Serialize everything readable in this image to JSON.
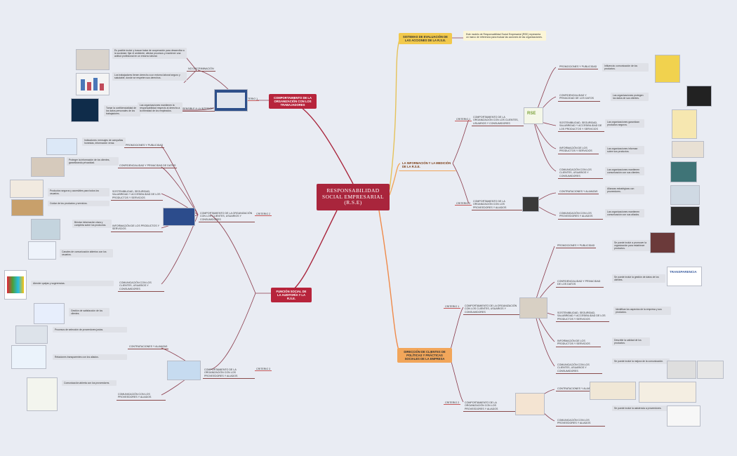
{
  "center": {
    "title": "RESPONSABILIDAD SOCIAL EMPRESARIAL (R.S.E)"
  },
  "main_topics": {
    "comportamiento": "COMPORTAMIENTO DE LA ORGANIZACIÓN CON LOS TRABAJADORES",
    "funcion": "FUNCIÓN SOCIAL DE LA AUDITORÍA Y LA R.S.E.",
    "sistemas": "SISTEMAS DE EVALUACIÓN DE LAS ACCIONES DE LA R.S.E.",
    "informacion": "LA INFORMACIÓN Y LA MEDICIÓN DE LA R.S.E.",
    "direccion": "DIRECCIÓN DE CLIENTES DE POLÍTICAS Y PRÁCTICAS SOCIALES DE LA EMPRESA"
  },
  "left": {
    "criterio1": "CRITERIO 1",
    "no_discriminacion": "NO DISCRIMINACIÓN",
    "nd_text1": "Es posible incluir y buscar tratar de cooperación para desarrollar a la sociedad, fijar el ambiente, afectar procesos y mantener una actitud profesional en un entorno laboral.",
    "nd_text2": "Los trabajadores tienen derecho a un entorno laboral seguro y saludable, donde se respeten sus derechos.",
    "sensible": "SENSIBLE A LA INTERIOR",
    "sens_text1": "Tomar la confidencialidad de los datos personales de los trabajadores.",
    "sens_text2": "Las organizaciones mantienen la responsabilidad respecto al derecho a la intimidad de los empleados.",
    "criterio2": "CRITERIO 2",
    "comp_clientes": "COMPORTAMIENTO DE LA ORGANIZACIÓN CON LOS CLIENTES, USUARIOS Y CONSUMIDORES",
    "promo_pub": "PROMOCIONES Y PUBLICIDAD",
    "promo_text": "Indicadores: mensajes de campañas honestas, información veraz.",
    "confid": "CONFIDENCIALIDAD Y PRIVACIDAD DE DATOS",
    "confid_text": "Proteger la información de los clientes, garantizando privacidad.",
    "sostenibilidad": "SOSTENIBILIDAD, SEGURIDAD, SALUBRIDAD Y ACCESIBILIDAD DE LOS PRODUCTOS Y SERVICIOS",
    "sost_text1": "Productos seguros y accesibles para todos los usuarios.",
    "sost_text2": "Cuidar de los productos y servicios.",
    "info_prod": "INFORMACIÓN DE LOS PRODUCTOS Y SERVICIOS",
    "info_text": "Brindar información clara y completa sobre los productos.",
    "comunicacion": "COMUNICACIÓN CON LOS CLIENTES, USUARIOS Y CONSUMIDORES",
    "com_text1": "Canales de comunicación abiertos con los usuarios.",
    "com_text2": "Atender quejas y sugerencias.",
    "com_text3": "Gestión de satisfacción de los clientes.",
    "criterio3": "CRITERIO 3",
    "comp_proveedores": "COMPORTAMIENTO DE LA ORGANIZACIÓN CON LOS PROVEEDORES Y ALIADOS",
    "contrataciones": "CONTRATACIONES Y ALIANZAS",
    "contr_text1": "Procesos de selección de proveedores justos.",
    "contr_text2": "Relaciones transparentes con los aliados.",
    "com_prov": "COMUNICACIÓN CON LOS PROVEEDORES Y ALIADOS",
    "com_prov_text": "Comunicación abierta con los proveedores."
  },
  "right": {
    "sistemas_text": "Este modelo de Responsabilidad Social Empresarial (RSE) representa un marco de referencia para evaluar las acciones de las organizaciones.",
    "criterio1": "CRITERIO 1",
    "comp_clientes": "COMPORTAMIENTO DE LA ORGANIZACIÓN CON LOS CLIENTES, USUARIOS Y CONSUMIDORES",
    "promo": "PROMOCIONES Y PUBLICIDAD",
    "promo_text": "Influencia: comunicación de los productos.",
    "confid": "CONFIDENCIALIDAD Y PRIVACIDAD DE LOS DATOS",
    "confid_text": "Las organizaciones protegen los datos de sus clientes.",
    "sost": "SOSTENIBILIDAD, SEGURIDAD, SALUBRIDAD Y ACCESIBILIDAD DE LOS PRODUCTOS Y SERVICIOS",
    "sost_text": "Las organizaciones garantizan productos seguros.",
    "info": "INFORMACIÓN DE LOS PRODUCTOS Y SERVICIOS",
    "info_text": "Las organizaciones informan sobre sus productos.",
    "comunic": "COMUNICACIÓN CON LOS CLIENTES, USUARIOS Y CONSUMIDORES",
    "comunic_text": "Las organizaciones mantienen comunicación con sus clientes.",
    "criterio2": "CRITERIO 2",
    "comp_prov": "COMPORTAMIENTO DE LA ORGANIZACIÓN CON LOS PROVEEDORES Y ALIADOS",
    "contrataciones": "CONTRATACIONES Y ALIANZAS",
    "contr_text": "Alianzas estratégicas con proveedores.",
    "comprov": "COMUNICACIÓN CON LOS PROVEEDORES Y ALIADOS",
    "comprov_text": "Las organizaciones mantienen comunicación con sus aliados.",
    "d_criterio1": "CRITERIO 1",
    "d_comp": "COMPORTAMIENTO DE LA ORGANIZACIÓN CON LOS CLIENTES, USUARIOS Y CONSUMIDORES",
    "d_promo": "PROMOCIONES Y PUBLICIDAD",
    "d_promo_text": "Se puede incluir a promover la organización para establecer productos.",
    "d_confid": "CONFIDENCIALIDAD Y PRIVACIDAD DE LOS DATOS",
    "d_confid_text": "Se puede incluir la gestión de datos de los clientes.",
    "d_sost": "SOSTENIBILIDAD, SEGURIDAD, SALUBRIDAD Y ACCESIBILIDAD DE LOS PRODUCTOS Y SERVICIOS",
    "d_sost_text": "Identificar los aspectos de la empresa y sus productos.",
    "d_info": "INFORMACIÓN DE LOS PRODUCTOS Y SERVICIOS",
    "d_info_text": "Describir la calidad de los productos.",
    "d_comunic": "COMUNICACIÓN CON LOS CLIENTES, USUARIOS Y CONSUMIDORES",
    "d_comunic_text": "Se puede incluir la mejora de la comunicación.",
    "d_criterio2": "CRITERIO 2",
    "d_comp2": "COMPORTAMIENTO DE LA ORGANIZACIÓN CON LOS PROVEEDORES Y ALIADOS",
    "d_contr": "CONTRATACIONES Y ALIANZAS",
    "d_comprov": "COMUNICACIÓN CON LOS PROVEEDORES Y ALIADOS",
    "d_comprov_text": "Se puede incluir la asistencia a proveedores."
  },
  "transparencia_label": "TRANSPARENCIA",
  "rse_label": "RSE",
  "colors": {
    "center": "#a9253c",
    "red_topic": "#b7243b",
    "yellow_topic": "#f2c94c",
    "orange_topic": "#f2a65a",
    "link": "#8a3a4a"
  }
}
